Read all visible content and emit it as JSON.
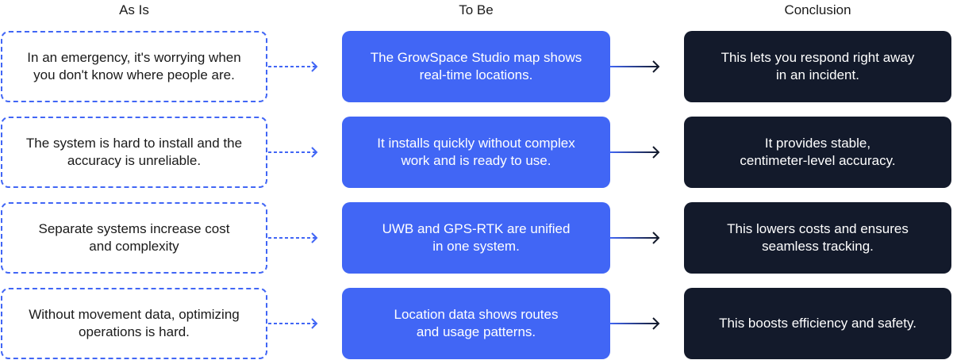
{
  "headers": {
    "as_is": "As Is",
    "to_be": "To Be",
    "conclusion": "Conclusion"
  },
  "colors": {
    "as_is_border": "#4166F5",
    "to_be_fill": "#4166F5",
    "conclusion_fill": "#131A2B"
  },
  "rows": [
    {
      "as_is": "In an emergency, it's worrying when\nyou don't know where people are.",
      "to_be": "The GrowSpace Studio map shows\nreal-time locations.",
      "conclusion": "This lets you respond right away\nin an incident."
    },
    {
      "as_is": "The system is hard to install and the\naccuracy is unreliable.",
      "to_be": "It installs quickly without complex\nwork and is ready to use.",
      "conclusion": "It provides stable,\ncentimeter-level accuracy."
    },
    {
      "as_is": "Separate systems increase cost\nand complexity",
      "to_be": "UWB and GPS-RTK are unified\nin one system.",
      "conclusion": "This lowers costs and ensures\nseamless tracking."
    },
    {
      "as_is": "Without movement data, optimizing\noperations is hard.",
      "to_be": "Location data shows routes\nand usage patterns.",
      "conclusion": "This boosts efficiency and safety."
    }
  ]
}
